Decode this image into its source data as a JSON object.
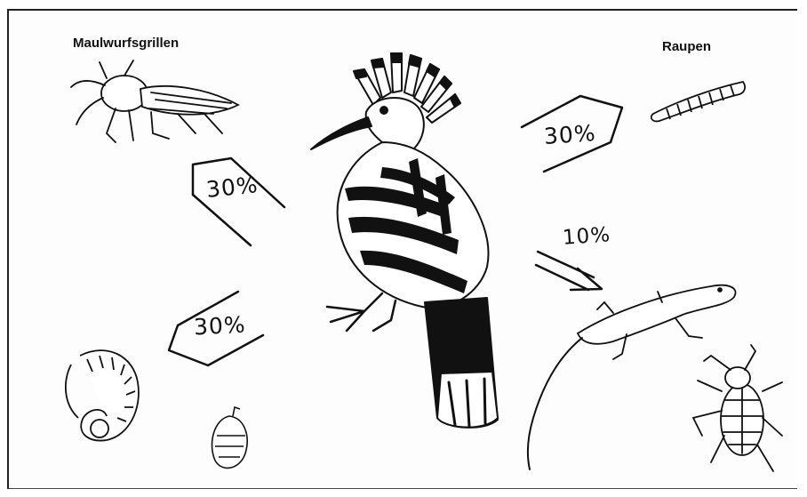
{
  "diagram": {
    "labels": {
      "top_left": "Maulwurfsgrillen",
      "top_right": "Raupen"
    },
    "percentages": {
      "mole_cricket": "30%",
      "caterpillar": "30%",
      "lizard": "10%",
      "grubs": "30%"
    },
    "colors": {
      "ink": "#111111",
      "paper": "#fdfdfd"
    },
    "icons": [
      "hoopoe-bird-icon",
      "mole-cricket-icon",
      "caterpillar-icon",
      "lizard-icon",
      "beetle-icon",
      "grub-icon",
      "larva-icon"
    ]
  }
}
